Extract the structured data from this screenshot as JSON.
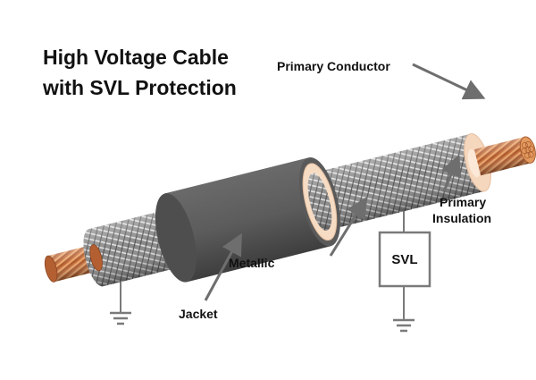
{
  "title": {
    "line1": "High Voltage Cable",
    "line2": "with SVL Protection"
  },
  "labels": {
    "primary_conductor": "Primary Conductor",
    "primary_insulation_line1": "Primary",
    "primary_insulation_line2": "Insulation",
    "metallic": "Metallic",
    "jacket": "Jacket",
    "svl": "SVL"
  },
  "colors": {
    "jacket": "#5a5a5a",
    "insulation": "#f7dcc4",
    "conductor": "#c8703e",
    "shield": "#9a9a9a",
    "arrow": "#6e6e6e",
    "wire": "#7a7a7a"
  }
}
